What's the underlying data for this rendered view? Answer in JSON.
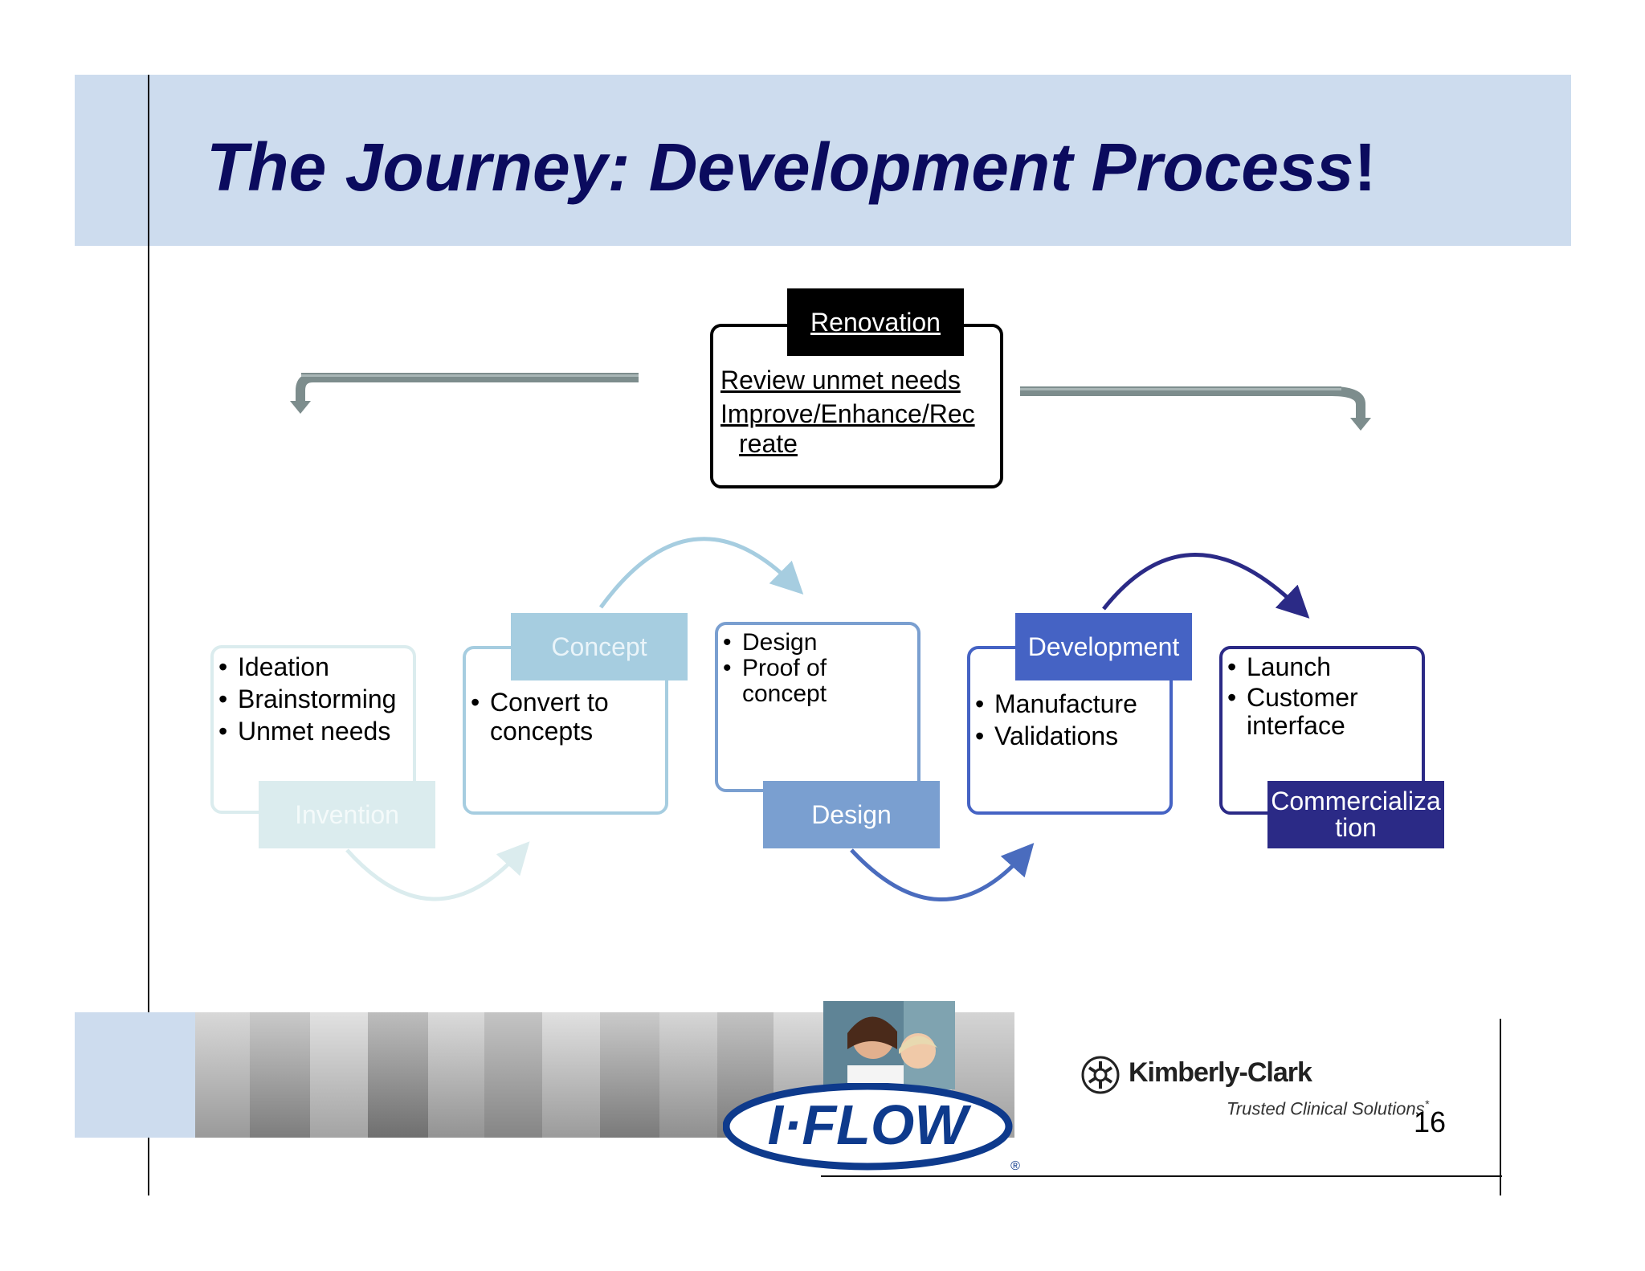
{
  "slide": {
    "title": "The Journey: Development Process",
    "title_end": "!",
    "page_number": "16"
  },
  "renovation": {
    "label": "Renovation",
    "line1": "Review unmet needs",
    "line2": "Improve/Enhance/Rec",
    "line3": "reate"
  },
  "stages": {
    "invention": {
      "tab": "Invention",
      "bullets": [
        "Ideation",
        "Brainstorming",
        "Unmet needs"
      ]
    },
    "concept": {
      "tab": "Concept",
      "bullet1": "Convert to",
      "bullet1_cont": "concepts"
    },
    "design": {
      "tab": "Design",
      "bullet1": "Design",
      "bullet2": "Proof of",
      "bullet2_cont": "concept"
    },
    "development": {
      "tab": "Development",
      "bullets": [
        "Manufacture",
        "Validations"
      ]
    },
    "commercialization": {
      "tab_line1": "Commercializa",
      "tab_line2": "tion",
      "bullet1": "Launch",
      "bullet2": "Customer",
      "bullet2_cont": "interface"
    }
  },
  "footer": {
    "iflow_logo_text": "I·FLOW",
    "registered_mark": "®",
    "company_name": "Kimberly-Clark",
    "tagline": "Trusted Clinical Solutions",
    "tagline_mark": "*"
  },
  "colors": {
    "header_band": "#cddcee",
    "title": "#0b0b5e",
    "invention": "#dbecee",
    "concept": "#a6cde0",
    "design": "#7a9fd0",
    "development": "#4563c4",
    "commercialization": "#2b2a86",
    "iflow_blue": "#0e3a8c"
  }
}
